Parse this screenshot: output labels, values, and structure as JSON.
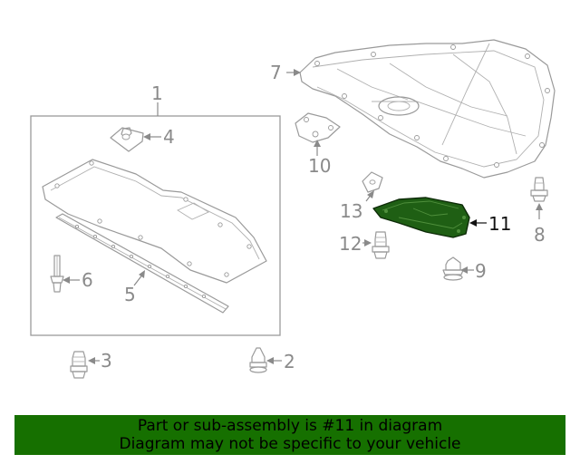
{
  "diagram": {
    "callouts": {
      "c1": "1",
      "c2": "2",
      "c3": "3",
      "c4": "4",
      "c5": "5",
      "c6": "6",
      "c7": "7",
      "c8": "8",
      "c9": "9",
      "c10": "10",
      "c11": "11",
      "c12": "12",
      "c13": "13"
    },
    "highlighted_part": "11",
    "colors": {
      "highlight_fill": "#1f5f14",
      "line": "#9a9a9a",
      "banner_bg": "#167000"
    }
  },
  "banner": {
    "line1": "Part or sub-assembly is #11 in diagram",
    "line2": "Diagram may not be specific to your vehicle"
  }
}
